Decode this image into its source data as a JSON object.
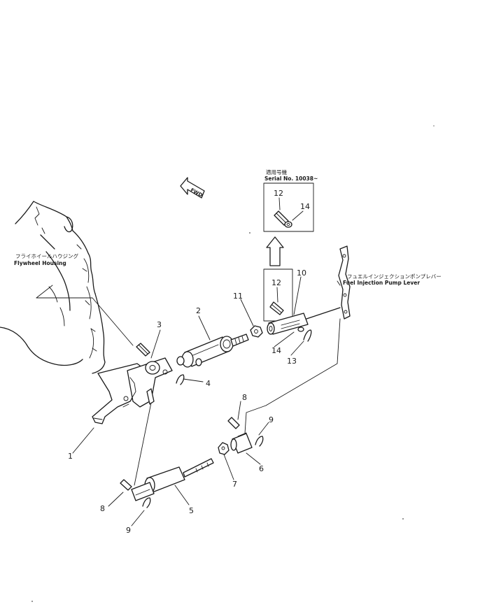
{
  "callouts": {
    "c1": "1",
    "c2": "2",
    "c3": "3",
    "c4": "4",
    "c5": "5",
    "c6": "6",
    "c7": "7",
    "c8a": "8",
    "c8b": "8",
    "c9a": "9",
    "c9b": "9",
    "c10": "10",
    "c11": "11",
    "c12a": "12",
    "c12b": "12",
    "c13": "13",
    "c14a": "14",
    "c14b": "14"
  },
  "labels": {
    "flywheel_jp": "フライホイールハウジング",
    "flywheel_en": "Flywheel Housing",
    "pump_lever_jp": "フュエルインジェクションポンプレバー",
    "pump_lever_en": "Fuel Injection Pump Lever",
    "serial_jp": "適用号機",
    "serial_en": "Serial No. 10038~",
    "forward_mark": "FWD"
  }
}
